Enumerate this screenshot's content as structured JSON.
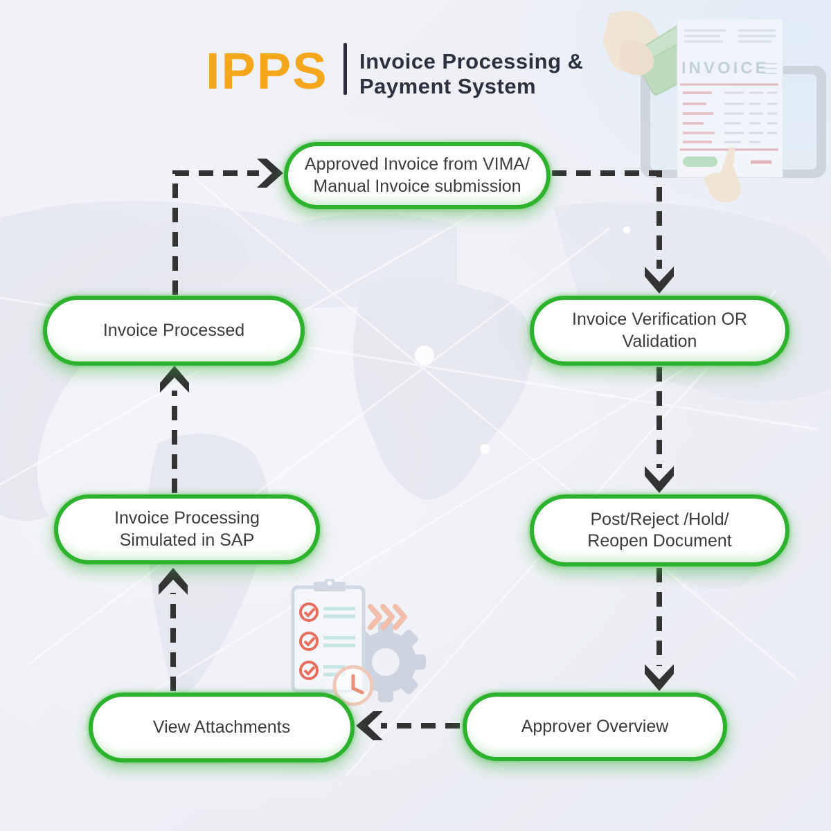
{
  "header": {
    "logo": "IPPS",
    "title_line1": "Invoice Processing &",
    "title_line2": "Payment System"
  },
  "flowchart": {
    "nodes": [
      {
        "id": "approved-invoice-submission",
        "lines": [
          "Approved Invoice from VIMA/",
          "Manual Invoice submission"
        ]
      },
      {
        "id": "invoice-verification",
        "lines": [
          "Invoice Verification OR",
          "Validation"
        ]
      },
      {
        "id": "post-reject-hold-reopen",
        "lines": [
          "Post/Reject /Hold/",
          "Reopen Document"
        ]
      },
      {
        "id": "approver-overview",
        "lines": [
          "Approver Overview"
        ]
      },
      {
        "id": "view-attachments",
        "lines": [
          "View Attachments"
        ]
      },
      {
        "id": "invoice-processing-sap",
        "lines": [
          "Invoice Processing",
          "Simulated in SAP"
        ]
      },
      {
        "id": "invoice-processed",
        "lines": [
          "Invoice Processed"
        ]
      }
    ],
    "edges": [
      {
        "from": "invoice-processed",
        "to": "approved-invoice-submission"
      },
      {
        "from": "approved-invoice-submission",
        "to": "invoice-verification"
      },
      {
        "from": "invoice-verification",
        "to": "post-reject-hold-reopen"
      },
      {
        "from": "post-reject-hold-reopen",
        "to": "approver-overview"
      },
      {
        "from": "approver-overview",
        "to": "view-attachments"
      },
      {
        "from": "view-attachments",
        "to": "invoice-processing-sap"
      },
      {
        "from": "invoice-processing-sap",
        "to": "invoice-processed"
      }
    ]
  },
  "illustrations": {
    "invoice_tablet": {
      "label": "INVOICE"
    }
  },
  "colors": {
    "node_border_green": "#2db22d",
    "node_fill": "#ffffff",
    "node_text": "#3c3c3c",
    "arrow": "#333333",
    "logo_orange": "#f5a71c",
    "title_text": "#2c3140",
    "background": "#eef0f5"
  }
}
